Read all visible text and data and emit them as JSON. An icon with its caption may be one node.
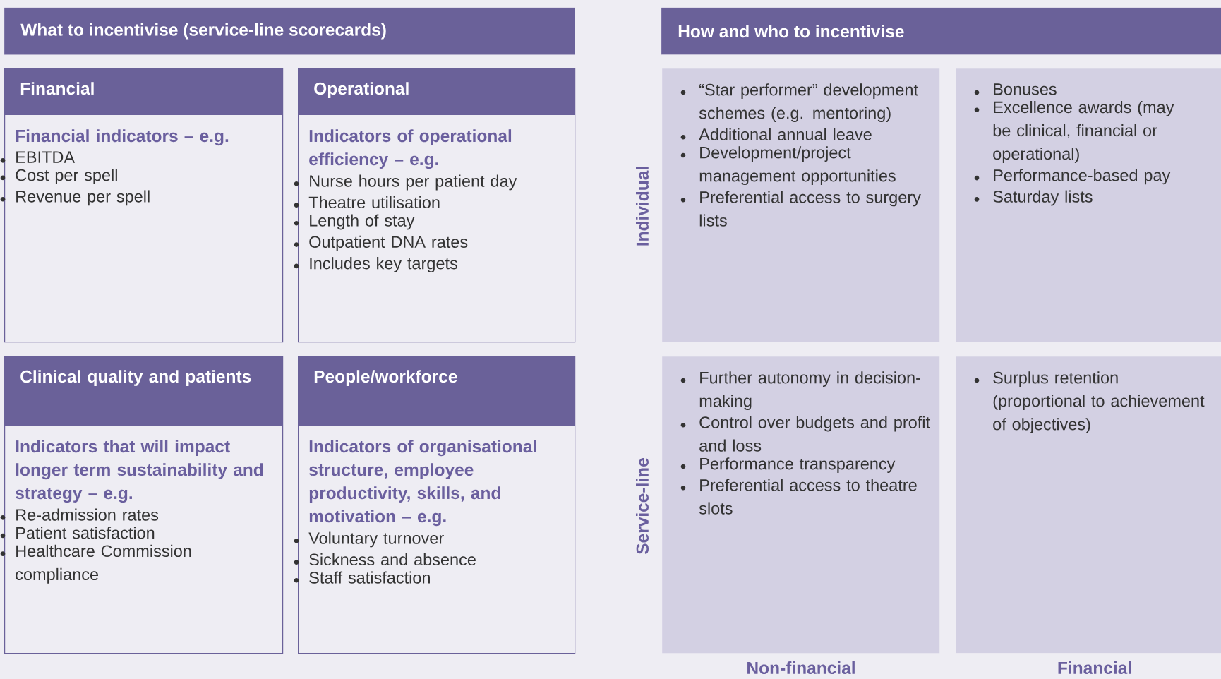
{
  "diagram": {
    "nodes": [
      {
        "text": [
          "What to incentivise (service-line scorecards)"
        ]
      },
      {
        "text": [
          "Financial",
          "Financial indicators – e.g.",
          "EBITDA",
          "Cost per spell",
          "Revenue per spell"
        ]
      },
      {
        "text": [
          "Operational",
          "Indicators of operational efficiency – e.g.",
          "Nurse hours per patient day",
          "Theatre utilisation",
          "Length of stay",
          "Outpatient DNA rates",
          "Includes key targets"
        ]
      },
      {
        "text": [
          "Clinical quality and patients",
          "Indicators that will impact longer term sustainability and strategy – e.g.",
          "Re-admission rates",
          "Patient satisfaction",
          "Healthcare Commission compliance"
        ]
      },
      {
        "text": [
          "People/workforce",
          "Indicators of organisational structure, employee productivity, skills, and motivation – e.g.",
          "Voluntary turnover",
          "Sickness and absence",
          "Staff satisfaction"
        ]
      },
      {
        "text": [
          "How and who to incentivise"
        ]
      },
      {
        "text": [
          "“Star performer” development schemes (e.g. mentoring)",
          "Additional annual leave",
          "Development/project management opportunities",
          "Preferential access to surgery lists"
        ]
      },
      {
        "text": [
          "Bonuses",
          "Excellence awards (may be clinical, financial or operational)",
          "Performance-based pay",
          "Saturday lists"
        ]
      },
      {
        "text": [
          "Further autonomy in decision-making",
          "Control over budgets and profit and loss",
          "Performance transparency",
          "Preferential access to theatre slots"
        ]
      },
      {
        "text": [
          "Surplus retention (proportional to achievement of objectives)"
        ]
      }
    ],
    "labels": [
      "Individual",
      "Service-line",
      "Non-financial",
      "Financial"
    ]
  }
}
